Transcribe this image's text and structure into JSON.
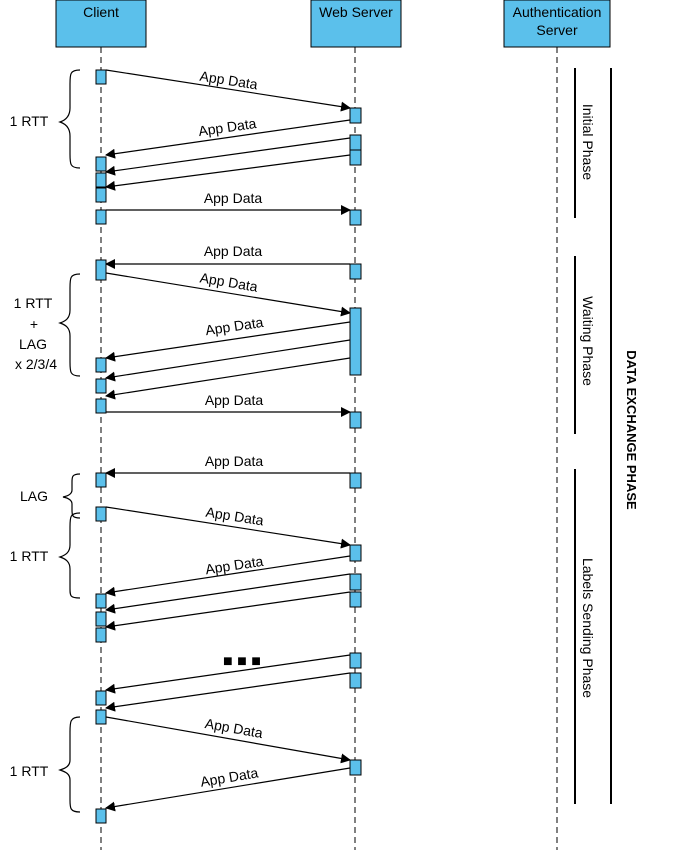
{
  "actors": {
    "client": "Client",
    "web_server": "Web Server",
    "auth_server_line1": "Authentication",
    "auth_server_line2": "Server"
  },
  "messages": {
    "app_data": "App Data",
    "ellipsis": "■ ■ ■"
  },
  "braces": {
    "rtt1": "1 RTT",
    "rtt_lag_1": "1 RTT",
    "rtt_lag_2": "+",
    "rtt_lag_3": "LAG",
    "rtt_lag_4": "x  2/3/4",
    "lag": "LAG",
    "rtt3": "1 RTT",
    "rtt4": "1 RTT"
  },
  "phases": {
    "initial": "Initial Phase",
    "waiting": "Waiting Phase",
    "labels": "Labels Sending Phase",
    "data_exchange": "DATA EXCHANGE PHASE"
  },
  "colors": {
    "actor_fill": "#5bc0eb",
    "activation_fill": "#5bc0eb",
    "line": "#000000"
  }
}
